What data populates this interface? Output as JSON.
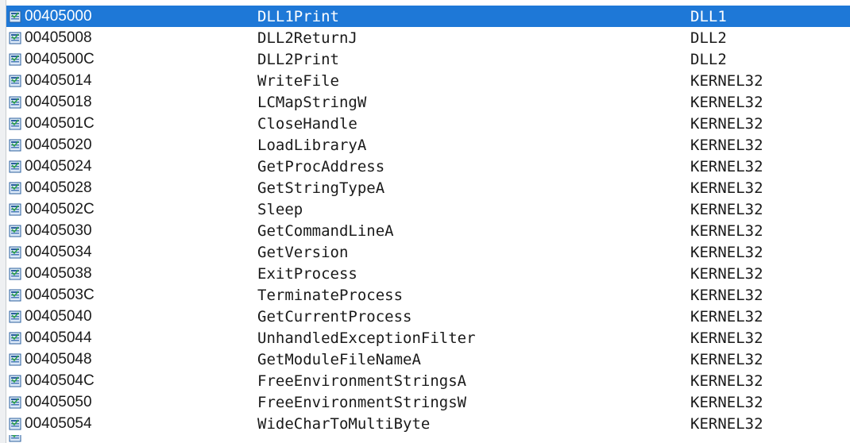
{
  "imports": {
    "rows": [
      {
        "address": "00405000",
        "name": "DLL1Print",
        "library": "DLL1",
        "selected": true
      },
      {
        "address": "00405008",
        "name": "DLL2ReturnJ",
        "library": "DLL2"
      },
      {
        "address": "0040500C",
        "name": "DLL2Print",
        "library": "DLL2"
      },
      {
        "address": "00405014",
        "name": "WriteFile",
        "library": "KERNEL32"
      },
      {
        "address": "00405018",
        "name": "LCMapStringW",
        "library": "KERNEL32"
      },
      {
        "address": "0040501C",
        "name": "CloseHandle",
        "library": "KERNEL32"
      },
      {
        "address": "00405020",
        "name": "LoadLibraryA",
        "library": "KERNEL32"
      },
      {
        "address": "00405024",
        "name": "GetProcAddress",
        "library": "KERNEL32"
      },
      {
        "address": "00405028",
        "name": "GetStringTypeA",
        "library": "KERNEL32"
      },
      {
        "address": "0040502C",
        "name": "Sleep",
        "library": "KERNEL32"
      },
      {
        "address": "00405030",
        "name": "GetCommandLineA",
        "library": "KERNEL32"
      },
      {
        "address": "00405034",
        "name": "GetVersion",
        "library": "KERNEL32"
      },
      {
        "address": "00405038",
        "name": "ExitProcess",
        "library": "KERNEL32"
      },
      {
        "address": "0040503C",
        "name": "TerminateProcess",
        "library": "KERNEL32"
      },
      {
        "address": "00405040",
        "name": "GetCurrentProcess",
        "library": "KERNEL32"
      },
      {
        "address": "00405044",
        "name": "UnhandledExceptionFilter",
        "library": "KERNEL32"
      },
      {
        "address": "00405048",
        "name": "GetModuleFileNameA",
        "library": "KERNEL32"
      },
      {
        "address": "0040504C",
        "name": "FreeEnvironmentStringsA",
        "library": "KERNEL32"
      },
      {
        "address": "00405050",
        "name": "FreeEnvironmentStringsW",
        "library": "KERNEL32"
      },
      {
        "address": "00405054",
        "name": "WideCharToMultiByte",
        "library": "KERNEL32"
      }
    ]
  },
  "icons": {
    "row_icon": "import-entry-icon"
  },
  "colors": {
    "selection": "#1e78d7",
    "text": "#1a1a1a",
    "selected_text": "#ffffff",
    "background": "#ffffff"
  }
}
